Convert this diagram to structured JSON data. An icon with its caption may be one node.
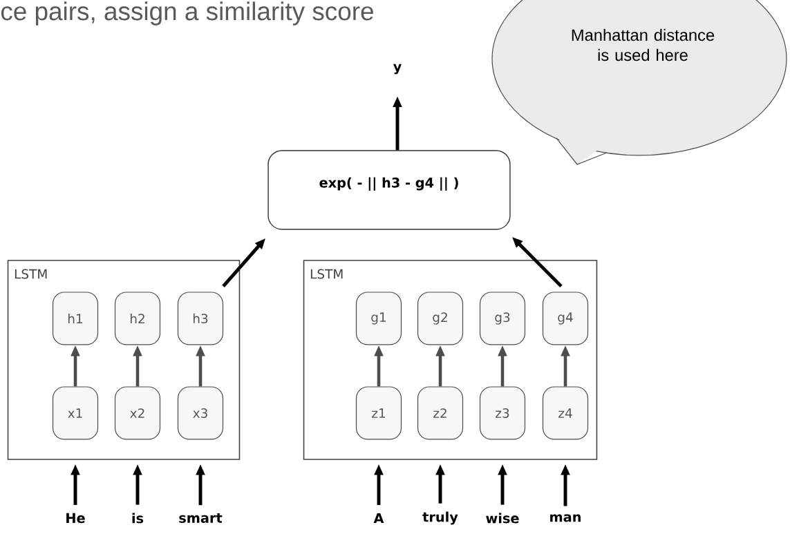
{
  "diagram": {
    "nodes": [
      {
        "text": [
          "LSTM"
        ]
      },
      {
        "text": [
          "h1"
        ],
        "in": 0
      },
      {
        "text": [
          "h2"
        ],
        "in": 0
      },
      {
        "text": [
          "h3"
        ],
        "in": 0
      },
      {
        "text": [
          "x1"
        ],
        "in": 0
      },
      {
        "text": [
          "x2"
        ],
        "in": 0
      },
      {
        "text": [
          "x3"
        ],
        "in": 0
      },
      {
        "text": [
          "LSTM"
        ]
      },
      {
        "text": [
          "g1"
        ],
        "in": 7
      },
      {
        "text": [
          "g2"
        ],
        "in": 7
      },
      {
        "text": [
          "g3"
        ],
        "in": 7
      },
      {
        "text": [
          "g4"
        ],
        "in": 7
      },
      {
        "text": [
          "z1"
        ],
        "in": 7
      },
      {
        "text": [
          "z2"
        ],
        "in": 7
      },
      {
        "text": [
          "z3"
        ],
        "in": 7
      },
      {
        "text": [
          "z4"
        ],
        "in": 7
      },
      {
        "text": [
          "exp( - || h3 - g4  || )"
        ]
      },
      {
        "text": [
          "y"
        ]
      },
      {
        "text": [
          "He"
        ]
      },
      {
        "text": [
          "is"
        ]
      },
      {
        "text": [
          "smart"
        ]
      },
      {
        "text": [
          "A"
        ]
      },
      {
        "text": [
          "truly"
        ]
      },
      {
        "text": [
          "wise"
        ]
      },
      {
        "text": [
          "man"
        ]
      },
      {
        "text": [
          "Manhattan distance is used here"
        ]
      }
    ],
    "edges": [
      {
        "from": 4,
        "to": 1,
        "arrow": "to",
        "color": "#4d4d4d"
      },
      {
        "from": 5,
        "to": 2,
        "arrow": "to",
        "color": "#4d4d4d"
      },
      {
        "from": 6,
        "to": 3,
        "arrow": "to",
        "color": "#4d4d4d"
      },
      {
        "from": 12,
        "to": 8,
        "arrow": "to",
        "color": "#4d4d4d"
      },
      {
        "from": 13,
        "to": 9,
        "arrow": "to",
        "color": "#4d4d4d"
      },
      {
        "from": 14,
        "to": 10,
        "arrow": "to",
        "color": "#4d4d4d"
      },
      {
        "from": 15,
        "to": 11,
        "arrow": "to",
        "color": "#4d4d4d"
      },
      {
        "from": 18,
        "to": 0,
        "arrow": "to"
      },
      {
        "from": 19,
        "to": 0,
        "arrow": "to"
      },
      {
        "from": 20,
        "to": 0,
        "arrow": "to"
      },
      {
        "from": 21,
        "to": 7,
        "arrow": "to"
      },
      {
        "from": 22,
        "to": 7,
        "arrow": "to"
      },
      {
        "from": 23,
        "to": 7,
        "arrow": "to"
      },
      {
        "from": 24,
        "to": 7,
        "arrow": "to"
      },
      {
        "from": 3,
        "to": 16,
        "arrow": "to"
      },
      {
        "from": 11,
        "to": 16,
        "arrow": "to"
      },
      {
        "from": 16,
        "to": 17,
        "arrow": "to"
      }
    ],
    "labels": [
      "ce pairs, assign a similarity score"
    ]
  }
}
